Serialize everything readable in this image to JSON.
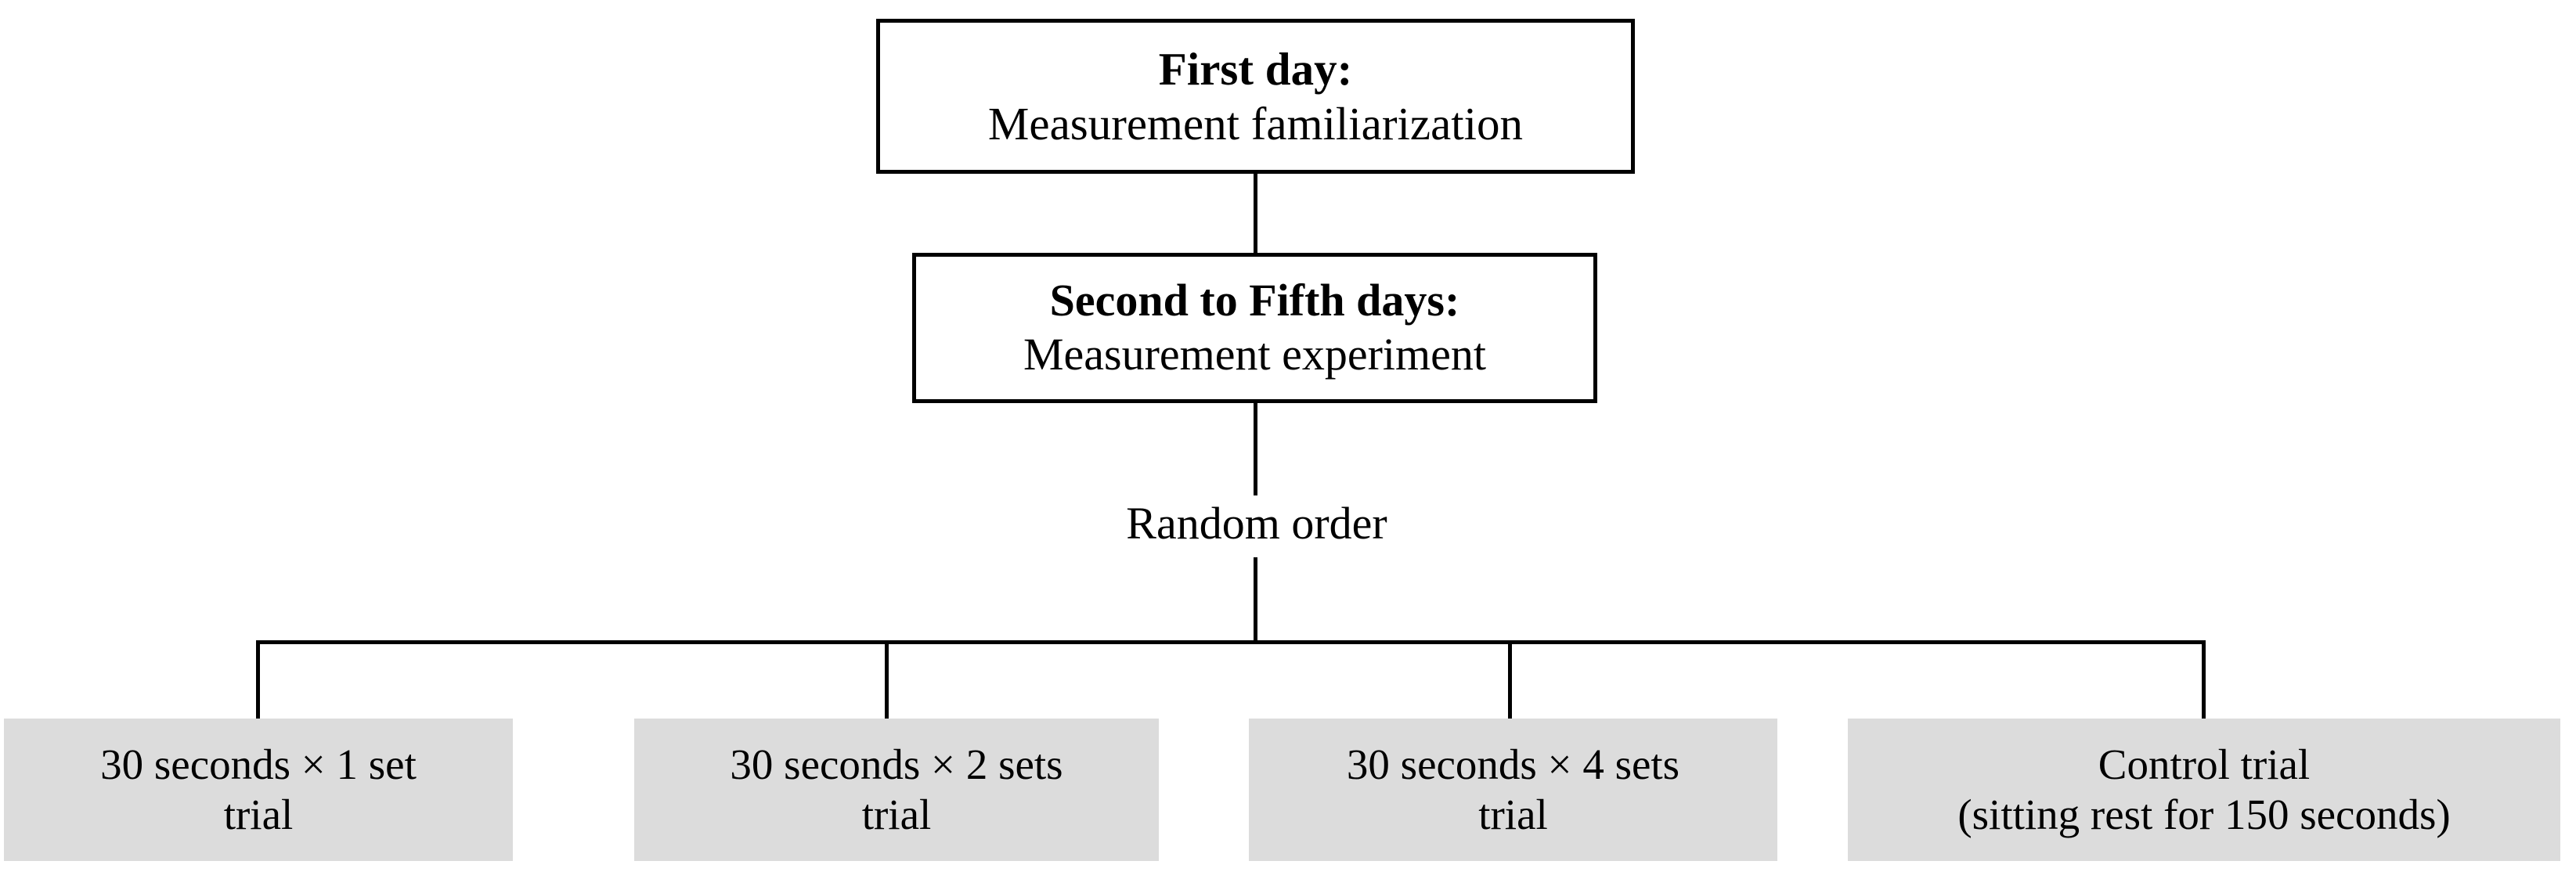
{
  "figure": {
    "type": "flowchart",
    "orientation": "top-down",
    "description": "Experimental protocol flowchart: familiarization day, then four measurement days with four trial conditions presented in random order",
    "colors": {
      "line": "#000000",
      "outline_box_fill": "#ffffff",
      "filled_box_fill": "#dcdcdc",
      "text": "#000000"
    }
  },
  "nodes": {
    "first_day": {
      "title": "First day:",
      "subtitle": "Measurement familiarization",
      "style": "outline"
    },
    "second_to_fifth_days": {
      "title": "Second to Fifth days:",
      "subtitle": "Measurement experiment",
      "style": "outline"
    },
    "random_order_label": "Random order"
  },
  "trials": [
    {
      "id": "trial-30s-1-set",
      "line1": "30 seconds × 1 set",
      "line2": "trial",
      "style": "filled"
    },
    {
      "id": "trial-30s-2-sets",
      "line1": "30 seconds × 2 sets",
      "line2": "trial",
      "style": "filled"
    },
    {
      "id": "trial-30s-4-sets",
      "line1": "30 seconds × 4 sets",
      "line2": "trial",
      "style": "filled"
    },
    {
      "id": "trial-control",
      "line1": "Control trial",
      "line2": "(sitting rest for 150 seconds)",
      "style": "filled"
    }
  ]
}
